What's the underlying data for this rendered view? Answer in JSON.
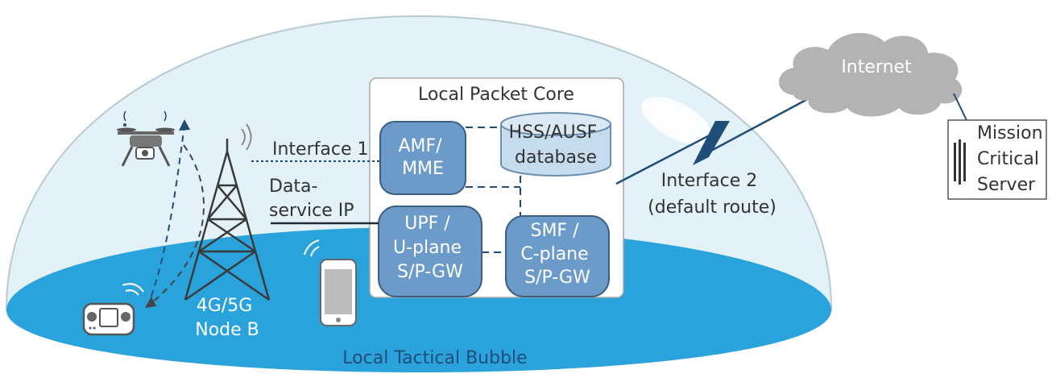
{
  "diagram": {
    "core_title": "Local Packet Core",
    "amf": [
      "AMF/",
      "MME"
    ],
    "hss": [
      "HSS/AUSF",
      "database"
    ],
    "upf": [
      "UPF /",
      "U-plane",
      "S/P-GW"
    ],
    "smf": [
      "SMF /",
      "C-plane",
      "S/P-GW"
    ],
    "interface1": "Interface 1",
    "data_service": [
      "Data-",
      "service IP"
    ],
    "interface2": [
      "Interface 2",
      "(default route)"
    ],
    "internet": "Internet",
    "mission_server": [
      "Mission",
      "Critical",
      "Server"
    ],
    "node_b": [
      "4G/5G",
      "Node B"
    ],
    "bubble": "Local Tactical Bubble"
  },
  "colors": {
    "dome": "#e3f1f8",
    "dome_edge": "#b8c9d2",
    "ground": "#2aa3dc",
    "box_fill": "#6c9bc9",
    "box_edge": "#3b5f83",
    "line_dark": "#1f4e79",
    "cloud": "#b3b3b3"
  },
  "icons": [
    "drone-icon",
    "cell-tower-icon",
    "game-controller-icon",
    "smartphone-icon",
    "wifi-signal-icon",
    "lightning-link-icon",
    "cloud-icon",
    "server-rack-icon"
  ]
}
